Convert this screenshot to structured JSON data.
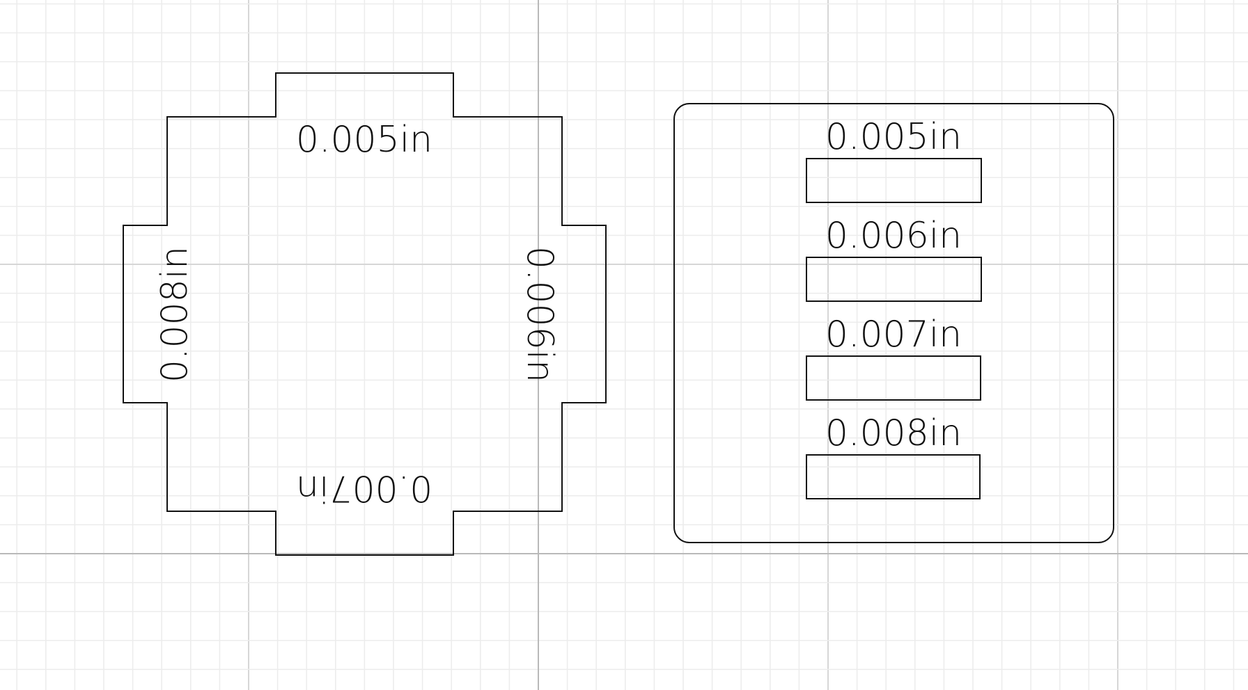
{
  "canvas": {
    "grid_visible": true,
    "background_color": "#ffffff",
    "grid_minor_color": "#ececec",
    "grid_major_color": "#d6d6d6",
    "axis_color": "#b9b9b9",
    "outline_color": "#111111"
  },
  "left_part": {
    "top_label": "0.005in",
    "right_label": "0.006in",
    "bottom_label": "0.007in",
    "left_label": "0.008in"
  },
  "right_part": {
    "slots": [
      {
        "label": "0.005in"
      },
      {
        "label": "0.006in"
      },
      {
        "label": "0.007in"
      },
      {
        "label": "0.008in"
      }
    ]
  }
}
